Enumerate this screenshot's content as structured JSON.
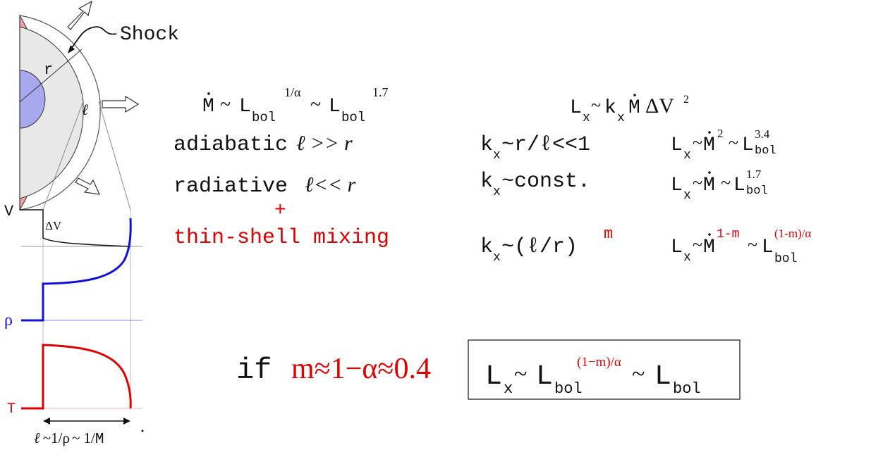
{
  "diagram": {
    "shock_label": "Shock",
    "radius_label": "r",
    "thickness_label": "ℓ",
    "profile_labels": {
      "velocity": "V",
      "delta_v": "ΔV",
      "density": "ρ",
      "temperature": "T"
    },
    "bottom_relation": {
      "lhs": "ℓ",
      "rel1": "~1/ρ",
      "rel2": "~ 1/",
      "mdot": "M"
    }
  },
  "equations": {
    "mdot_scaling": {
      "m": "M",
      "sim1": "~",
      "L1": "L",
      "bol1": "bol",
      "exp1": "1/α",
      "sim2": "~",
      "L2": "L",
      "bol2": "bol",
      "exp2": "1.7"
    },
    "lx_general": {
      "L": "L",
      "x": "x",
      "sim1": "~",
      "k": "k",
      "kx": "x",
      "m": "M",
      "dv": "ΔV",
      "sq": "2"
    },
    "rows": [
      {
        "label": "adiabatic",
        "cond": "ℓ >> r",
        "kx_rel": "~r/ℓ<<1",
        "mexp": "2",
        "lexp": "3.4"
      },
      {
        "label": "radiative",
        "cond": "ℓ<< r",
        "kx_rel": "~const.",
        "lexp": "1.7"
      }
    ],
    "plus": "+",
    "mixing": {
      "label": "thin-shell mixing",
      "kx_rel": "~(ℓ/r)",
      "m_exp": "m",
      "mexp": "1-m",
      "lexp": "(1-m)/α"
    }
  },
  "bottom": {
    "if_word": "if",
    "condition": "m≈1−α≈0.4",
    "box": {
      "L": "L",
      "x": "x",
      "sim": "~",
      "exp": "(1−m)/α",
      "bol": "bol"
    }
  },
  "colors": {
    "red": "#e00000",
    "blue": "#1010e0",
    "shell": "#f4a0a0",
    "core": "#a8a8ee"
  }
}
